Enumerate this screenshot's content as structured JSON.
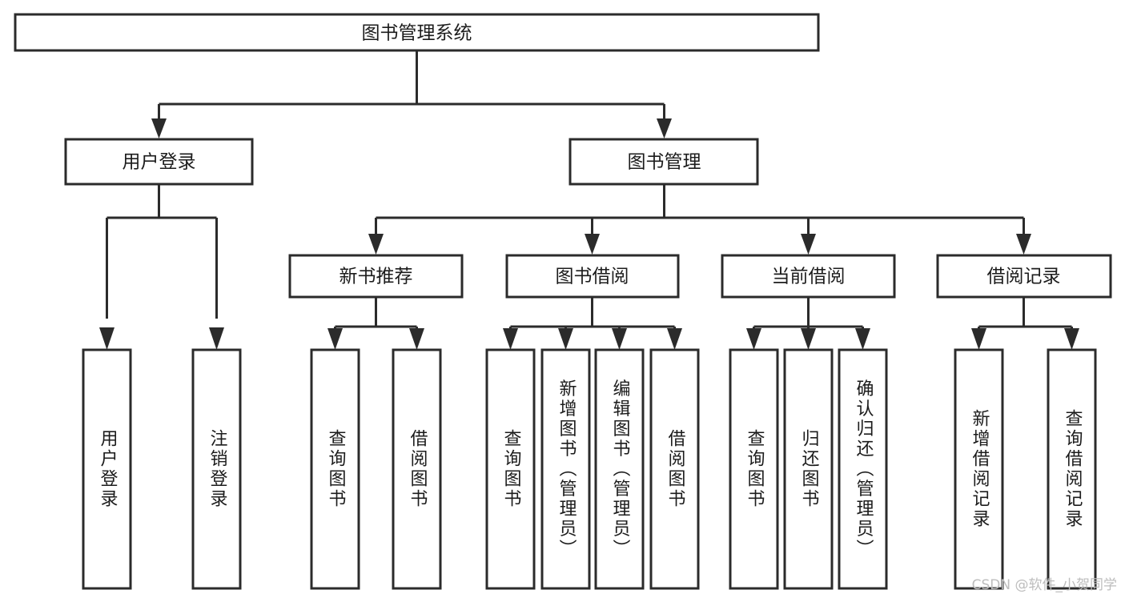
{
  "diagram": {
    "title": "图书管理系统",
    "type": "tree",
    "watermark": "CSDN @软件_小贺同学",
    "colors": {
      "box_stroke": "#2b2b2b",
      "box_fill": "#ffffff",
      "text": "#1c1c1c",
      "connector": "#2b2b2b",
      "watermark": "#bdbdbd",
      "background": "#ffffff"
    },
    "levels": {
      "root": {
        "label": "图书管理系统"
      },
      "level2": [
        {
          "label": "用户登录"
        },
        {
          "label": "图书管理"
        }
      ],
      "level3": [
        {
          "label": "新书推荐"
        },
        {
          "label": "图书借阅"
        },
        {
          "label": "当前借阅"
        },
        {
          "label": "借阅记录"
        }
      ],
      "leaves": {
        "user_login": [
          {
            "label": "用户登录"
          },
          {
            "label": "注销登录"
          }
        ],
        "new_book_recommend": [
          {
            "label": "查询图书"
          },
          {
            "label": "借阅图书"
          }
        ],
        "book_borrow": [
          {
            "label": "查询图书"
          },
          {
            "label": "新增图书（管理员）"
          },
          {
            "label": "编辑图书（管理员）"
          },
          {
            "label": "借阅图书"
          }
        ],
        "current_borrow": [
          {
            "label": "查询图书"
          },
          {
            "label": "归还图书"
          },
          {
            "label": "确认归还（管理员）"
          }
        ],
        "borrow_records": [
          {
            "label": "新增借阅记录"
          },
          {
            "label": "查询借阅记录"
          }
        ]
      }
    }
  }
}
